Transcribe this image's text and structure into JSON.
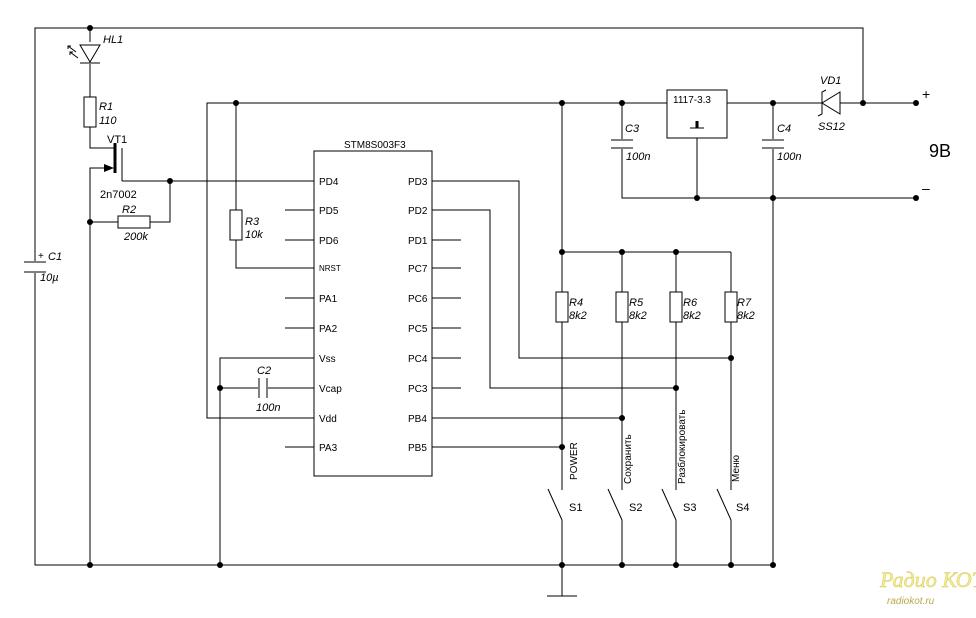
{
  "ic": {
    "name": "STM8S003F3",
    "left_pins": [
      "PD4",
      "PD5",
      "PD6",
      "NRST",
      "PA1",
      "PA2",
      "Vss",
      "Vcap",
      "Vdd",
      "PA3"
    ],
    "right_pins": [
      "PD3",
      "PD2",
      "PD1",
      "PC7",
      "PC6",
      "PC5",
      "PC4",
      "PC3",
      "PB4",
      "PB5"
    ]
  },
  "regulator": {
    "label": "1117-3.3"
  },
  "components": {
    "hl1": {
      "ref": "HL1"
    },
    "r1": {
      "ref": "R1",
      "value": "110"
    },
    "vt1": {
      "ref": "VT1",
      "value": "2n7002"
    },
    "r2": {
      "ref": "R2",
      "value": "200k"
    },
    "c1": {
      "ref": "C1",
      "value": "10µ"
    },
    "r3": {
      "ref": "R3",
      "value": "10k"
    },
    "c2": {
      "ref": "C2",
      "value": "100n"
    },
    "c3": {
      "ref": "C3",
      "value": "100n"
    },
    "c4": {
      "ref": "C4",
      "value": "100n"
    },
    "vd1": {
      "ref": "VD1",
      "value": "SS12"
    },
    "r4": {
      "ref": "R4",
      "value": "8k2"
    },
    "r5": {
      "ref": "R5",
      "value": "8k2"
    },
    "r6": {
      "ref": "R6",
      "value": "8k2"
    },
    "r7": {
      "ref": "R7",
      "value": "8k2"
    }
  },
  "switches": [
    {
      "ref": "S1",
      "label": "POWER"
    },
    {
      "ref": "S2",
      "label": "Сохранить"
    },
    {
      "ref": "S3",
      "label": "Разблокировать"
    },
    {
      "ref": "S4",
      "label": "Меню"
    }
  ],
  "power": {
    "plus": "+",
    "minus": "–",
    "voltage": "9B"
  },
  "watermark": {
    "logo": "Радио КОТ",
    "url": "radiokot.ru"
  }
}
